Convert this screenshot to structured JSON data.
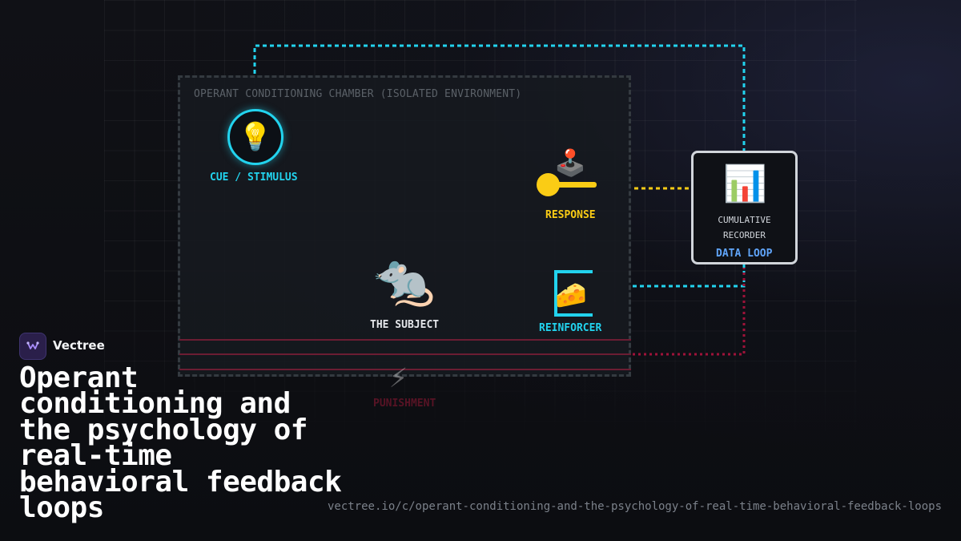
{
  "chamber": {
    "label": "OPERANT CONDITIONING CHAMBER (ISOLATED ENVIRONMENT)"
  },
  "nodes": {
    "cue": {
      "label": "CUE / STIMULUS",
      "icon": "💡",
      "icon_name": "lightbulb-icon",
      "color": "#22d3ee"
    },
    "response": {
      "label": "RESPONSE",
      "icon": "🕹️",
      "icon_name": "joystick-icon",
      "color": "#facc15"
    },
    "subject": {
      "label": "THE SUBJECT",
      "icon": "🐀",
      "icon_name": "rat-icon",
      "color": "#e5e7eb"
    },
    "reinforcer": {
      "label": "REINFORCER",
      "icon": "🧀",
      "icon_name": "cheese-icon",
      "color": "#22d3ee"
    },
    "punishment": {
      "label": "PUNISHMENT",
      "icon": "⚡",
      "icon_name": "lightning-icon",
      "color": "#e11d48"
    },
    "recorder": {
      "title_line1": "CUMULATIVE",
      "title_line2": "RECORDER",
      "loop_label": "DATA LOOP",
      "icon": "📊",
      "icon_name": "bar-chart-icon",
      "color": "#60a5fa"
    }
  },
  "brand": {
    "name": "Vectree",
    "accent": "#8b5cf6"
  },
  "headline": "Operant conditioning and the psychology of real-time behavioral feedback loops",
  "url": "vectree.io/c/operant-conditioning-and-the-psychology-of-real-time-behavioral-feedback-loops",
  "colors": {
    "cyan": "#22d3ee",
    "yellow": "#facc15",
    "crimson": "#e11d48",
    "background": "#0d0e12"
  }
}
